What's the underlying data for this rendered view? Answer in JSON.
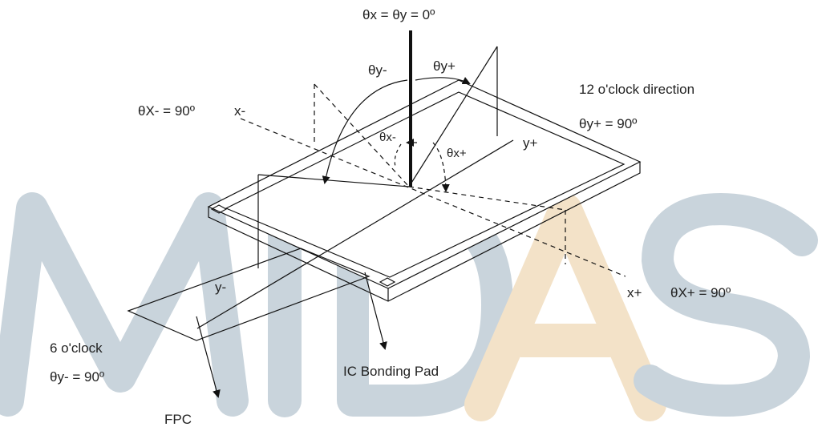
{
  "watermark": {
    "text": "MIDAS",
    "colors": {
      "m": "#c9d4dc",
      "i": "#c9d4dc",
      "d": "#c9d4dc",
      "a": "#f3e2c8",
      "s": "#c9d4dc"
    }
  },
  "labels": {
    "top_axis": "θx = θy = 0º",
    "theta_y_minus": "θy-",
    "theta_y_plus": "θy+",
    "twelve_oclock": "12 o'clock direction",
    "theta_y_plus_90": "θy+ = 90º",
    "theta_x_minus_90": "θX- = 90º",
    "x_minus": "x-",
    "theta_x_minus": "θx-",
    "theta_x_plus": "θx+",
    "y_plus": "y+",
    "y_minus": "y-",
    "x_plus": "x+",
    "theta_x_plus_90": "θX+ = 90º",
    "six_oclock": "6 o'clock",
    "theta_y_minus_90": "θy- = 90º",
    "ic_bonding_pad": "IC Bonding Pad",
    "fpc": "FPC"
  }
}
